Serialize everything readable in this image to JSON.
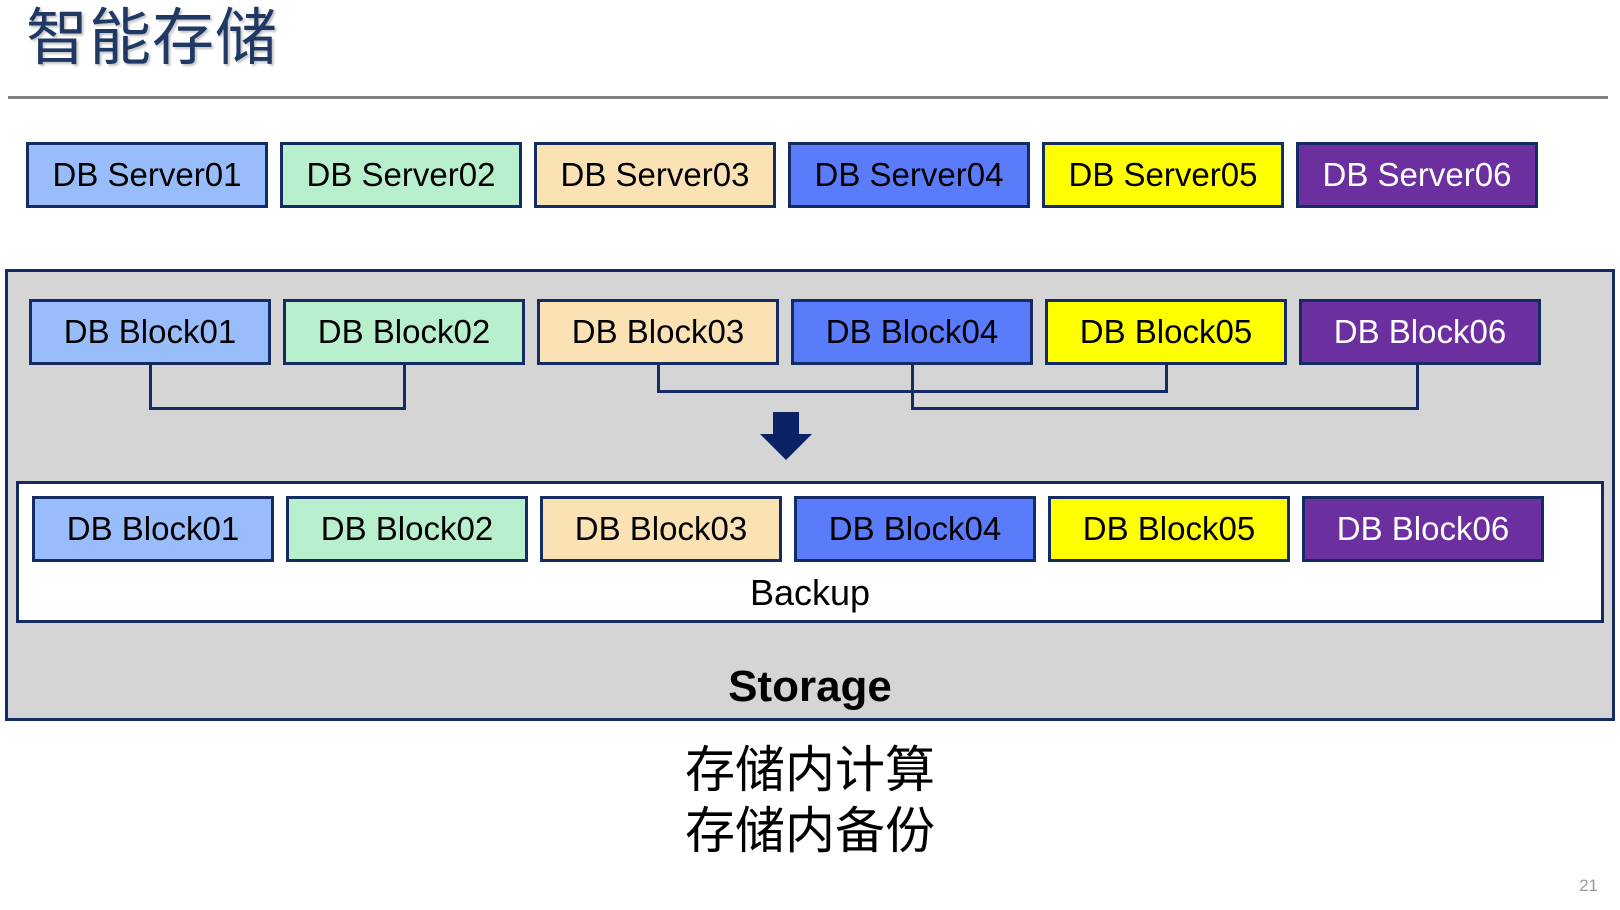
{
  "slide": {
    "title": "智能存储",
    "page_number": "21"
  },
  "servers": {
    "items": [
      {
        "label": "DB Server01",
        "fill": "#99BDFB",
        "text": "#000000"
      },
      {
        "label": "DB Server02",
        "fill": "#B8F0CE",
        "text": "#000000"
      },
      {
        "label": "DB Server03",
        "fill": "#FAE2B5",
        "text": "#000000"
      },
      {
        "label": "DB Server04",
        "fill": "#5B7CFA",
        "text": "#000000"
      },
      {
        "label": "DB Server05",
        "fill": "#FFFF00",
        "text": "#000000"
      },
      {
        "label": "DB Server06",
        "fill": "#6B2FA0",
        "text": "#FFFFFF"
      }
    ]
  },
  "storage": {
    "label": "Storage",
    "fill": "#D5D5D5",
    "border": "#152B63",
    "blocks_primary": [
      {
        "label": "DB Block01",
        "fill": "#99BDFB",
        "text": "#000000"
      },
      {
        "label": "DB Block02",
        "fill": "#B8F0CE",
        "text": "#000000"
      },
      {
        "label": "DB Block03",
        "fill": "#FAE2B5",
        "text": "#000000"
      },
      {
        "label": "DB Block04",
        "fill": "#5B7CFA",
        "text": "#000000"
      },
      {
        "label": "DB Block05",
        "fill": "#FFFF00",
        "text": "#000000"
      },
      {
        "label": "DB Block06",
        "fill": "#6B2FA0",
        "text": "#FFFFFF"
      }
    ],
    "backup": {
      "label": "Backup",
      "blocks": [
        {
          "label": "DB Block01",
          "fill": "#99BDFB",
          "text": "#000000"
        },
        {
          "label": "DB Block02",
          "fill": "#B8F0CE",
          "text": "#000000"
        },
        {
          "label": "DB Block03",
          "fill": "#FAE2B5",
          "text": "#000000"
        },
        {
          "label": "DB Block04",
          "fill": "#5B7CFA",
          "text": "#000000"
        },
        {
          "label": "DB Block05",
          "fill": "#FFFF00",
          "text": "#000000"
        },
        {
          "label": "DB Block06",
          "fill": "#6B2FA0",
          "text": "#FFFFFF"
        }
      ]
    }
  },
  "captions": {
    "line1": "存储内计算",
    "line2": "存储内备份"
  },
  "colors": {
    "title": "#1F3864",
    "rule": "#808080",
    "connector": "#152B63",
    "arrow": "#0B2265"
  }
}
